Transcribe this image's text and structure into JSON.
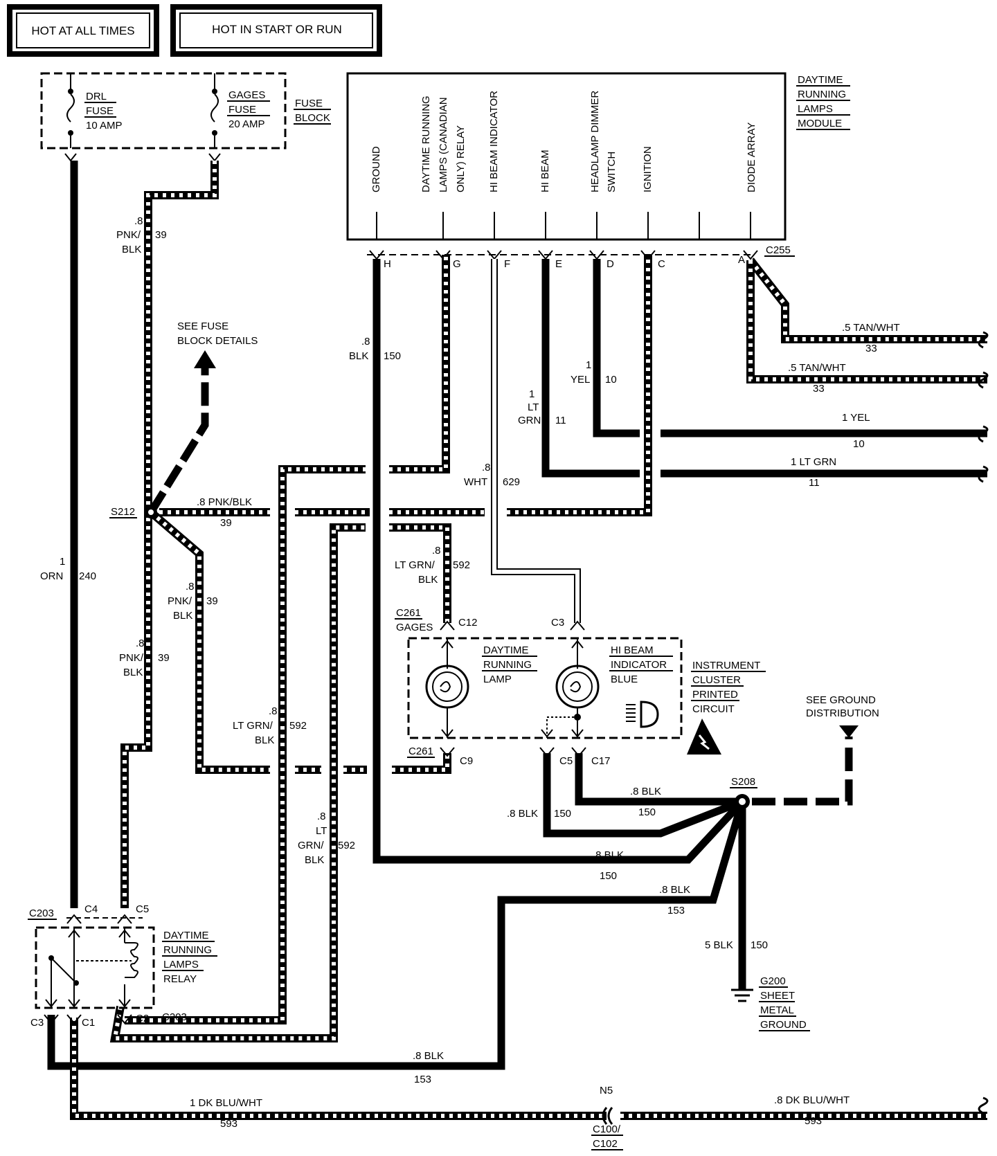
{
  "header": {
    "hot_at_all_times": "HOT AT ALL TIMES",
    "hot_in_start_or_run": "HOT IN START OR RUN"
  },
  "fuse_block": {
    "title_1": "FUSE",
    "title_2": "BLOCK",
    "drl_fuse": [
      "DRL",
      "FUSE",
      "10 AMP"
    ],
    "gages_fuse": [
      "GAGES",
      "FUSE",
      "20 AMP"
    ]
  },
  "drl_module": {
    "title": [
      "DAYTIME",
      "RUNNING",
      "LAMPS",
      "MODULE"
    ],
    "pins": [
      "GROUND",
      "DAYTIME RUNNING",
      "LAMPS (CANADIAN",
      "ONLY) RELAY",
      "HI BEAM INDICATOR",
      "HI BEAM",
      "HEADLAMP DIMMER",
      "SWITCH",
      "IGNITION",
      "DIODE ARRAY"
    ],
    "connector": "C255",
    "terminals": [
      "H",
      "G",
      "F",
      "E",
      "D",
      "C",
      "A"
    ]
  },
  "wires": {
    "pnk_blk_39": [
      ".8",
      "PNK/",
      "39",
      "BLK"
    ],
    "blk_150_top": [
      ".8",
      "BLK",
      "150"
    ],
    "tan_wht_1": [
      ".5 TAN/WHT",
      "33"
    ],
    "tan_wht_2": [
      ".5 TAN/WHT",
      "33"
    ],
    "yel_10_v": [
      "1",
      "YEL",
      "10"
    ],
    "yel_10_h": [
      "1 YEL",
      "10"
    ],
    "ltgrn_11_v": [
      "1",
      "LT",
      "GRN",
      "11"
    ],
    "ltgrn_11_h": [
      "1 LT GRN",
      "11"
    ],
    "wht_629": [
      ".8",
      "WHT",
      "629"
    ],
    "pnk_blk_s212": [
      ".8 PNK/BLK",
      "39"
    ],
    "ltgrn_blk_592_a": [
      ".8",
      "LT GRN/",
      "592",
      "BLK"
    ],
    "pnk_blk_39_b": [
      ".8",
      "PNK/",
      "39",
      "BLK"
    ],
    "pnk_blk_39_c": [
      ".8",
      "PNK/",
      "39",
      "BLK"
    ],
    "orn_240": [
      "1",
      "ORN",
      "240"
    ],
    "ltgrn_blk_592_b": [
      ".8",
      "LT GRN/",
      "592",
      "BLK"
    ],
    "ltgrn_blk_592_c": [
      ".8",
      "LT",
      "GRN/",
      "592",
      "BLK"
    ],
    "blk_150_s208": [
      ".8 BLK",
      "150"
    ],
    "blk_150_c5": [
      ".8 BLK",
      "150"
    ],
    "blk_150_h": [
      ".8 BLK",
      "150"
    ],
    "blk_153_a": [
      ".8 BLK",
      "153"
    ],
    "blk_153_b": [
      ".8 BLK",
      "153"
    ],
    "blk_150_ground": [
      "5 BLK",
      "150"
    ],
    "dkblu_593_a": [
      "1 DK BLU/WHT",
      "593"
    ],
    "dkblu_593_b": [
      ".8 DK BLU/WHT",
      "593"
    ]
  },
  "splices": {
    "s212": "S212",
    "s208": "S208"
  },
  "see_fuse_block": [
    "SEE FUSE",
    "BLOCK DETAILS"
  ],
  "see_ground": [
    "SEE GROUND",
    "DISTRIBUTION"
  ],
  "instrument_cluster": {
    "c261_top": [
      "C261",
      "GAGES"
    ],
    "c12": "C12",
    "c3": "C3",
    "drl_lamp": [
      "DAYTIME",
      "RUNNING",
      "LAMP"
    ],
    "hi_beam": [
      "HI BEAM",
      "INDICATOR",
      "BLUE"
    ],
    "title": [
      "INSTRUMENT",
      "CLUSTER",
      "PRINTED",
      "CIRCUIT"
    ],
    "c261_bottom": "C261",
    "c9": "C9",
    "c5": "C5",
    "c17": "C17"
  },
  "relay": {
    "title": [
      "DAYTIME",
      "RUNNING",
      "LAMPS",
      "RELAY"
    ],
    "c203_top": "C203",
    "c4": "C4",
    "c5": "C5",
    "c3": "C3",
    "c1": "C1",
    "c2": "C2",
    "c203_bottom": "C203"
  },
  "ground": [
    "G200",
    "SHEET",
    "METAL",
    "GROUND"
  ],
  "bottom_connector": {
    "n5": "N5",
    "c100": "C100/",
    "c102": "C102"
  }
}
